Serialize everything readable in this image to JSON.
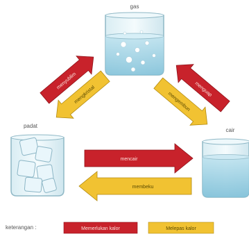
{
  "diagram": {
    "states": {
      "gas": "gas",
      "solid": "padat",
      "liquid": "cair"
    },
    "processes": {
      "evaporate": "menguap",
      "condense": "mengembun",
      "sublimate": "menyublim",
      "deposit": "mengkristal",
      "melt": "mencair",
      "freeze": "membeku"
    },
    "legend": {
      "title": "keterangan :",
      "absorb_heat": "Memerlukan kalor",
      "release_heat": "Melepas kalor"
    },
    "colors": {
      "absorb": "#c8222b",
      "release": "#f1c232",
      "water": "#9fd3e6",
      "glass": "#e8f4f8"
    }
  }
}
